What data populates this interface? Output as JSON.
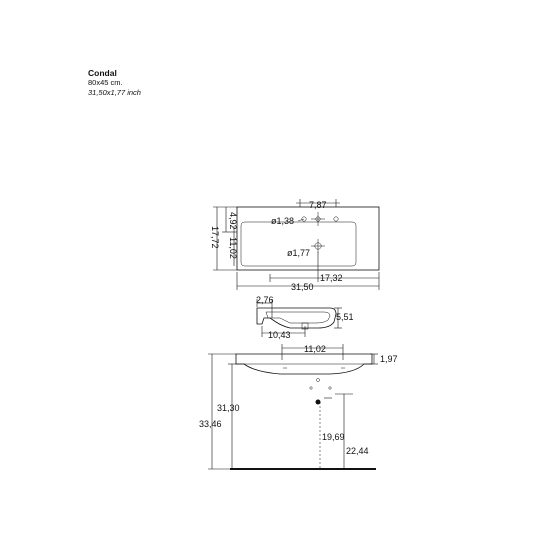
{
  "header": {
    "title": "Condal",
    "size_cm": "80x45 cm.",
    "size_inch": "31,50x1,77 inch"
  },
  "top_view": {
    "dim_7_87": "7,87",
    "dim_1_38": "ø1,38",
    "dim_1_77": "ø1,77",
    "dim_4_92": "4,92",
    "dim_11_02": "11,02",
    "dim_17_72": "17,72",
    "dim_17_32": "17,32",
    "dim_31_50": "31,50"
  },
  "side_view": {
    "dim_2_76": "2,76",
    "dim_5_51": "5,51",
    "dim_10_43": "10,43"
  },
  "front_view": {
    "dim_11_02": "11,02",
    "dim_1_97": "1,97",
    "dim_31_30": "31,30",
    "dim_33_46": "33,46",
    "dim_19_69": "19,69",
    "dim_22_44": "22,44"
  }
}
